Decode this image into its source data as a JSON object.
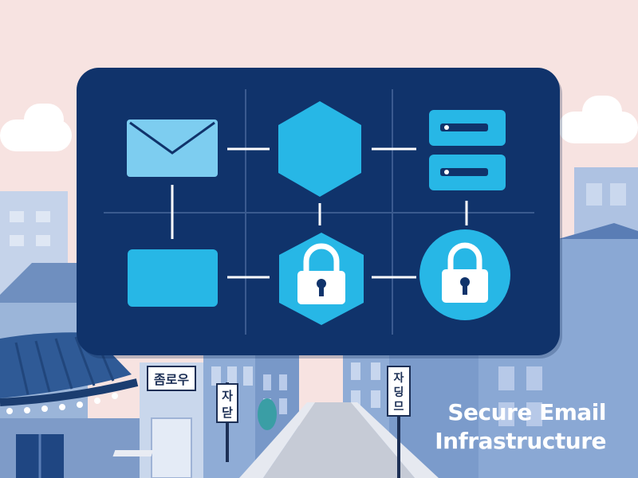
{
  "signs": {
    "left": "좀로우",
    "middle_top": "자",
    "middle_bottom": "닫",
    "right_top": "자",
    "right_mid": "딩",
    "right_bottom": "므"
  },
  "caption": {
    "line1": "Secure Email",
    "line2": "Infrastructure"
  },
  "icons": {
    "top_left": "envelope-icon",
    "top_middle": "hexagon-icon",
    "top_right": "server-stack-icon",
    "bottom_left": "message-box-icon",
    "bottom_middle": "hexagon-lock-icon",
    "bottom_right": "circle-lock-icon"
  },
  "colors": {
    "sky": "#f7e3e1",
    "panel": "#10336b",
    "accent": "#27b7e6",
    "light_accent": "#7dcdf0",
    "building": "#9bb5d9",
    "building_dark": "#6f8fbf"
  }
}
